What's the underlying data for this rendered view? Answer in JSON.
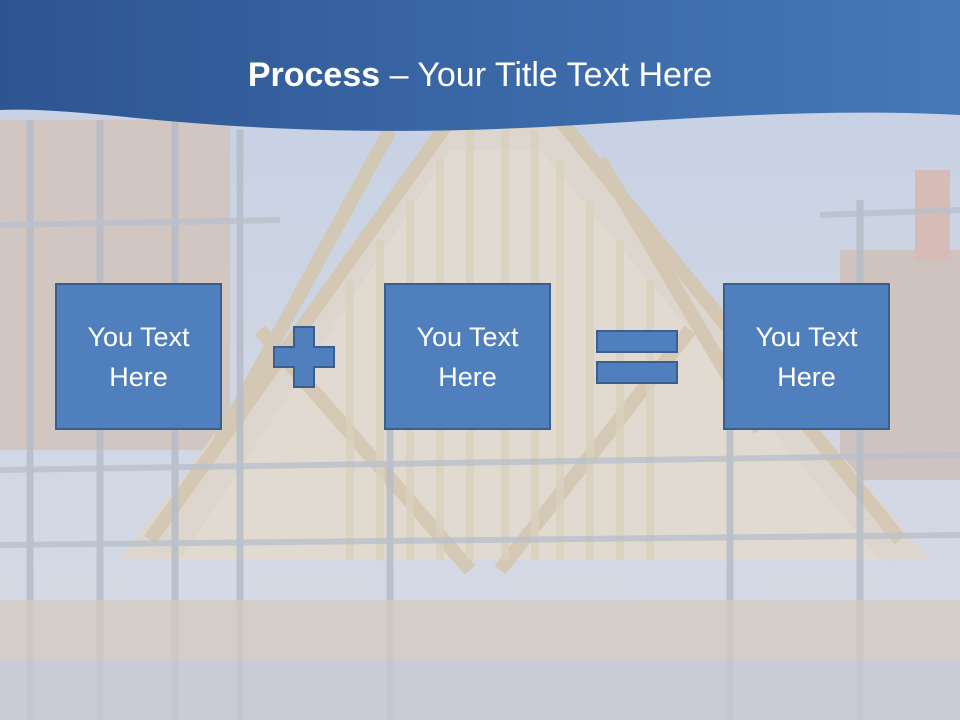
{
  "slide": {
    "title_bold": "Process",
    "title_rest": " – Your Title Text Here",
    "boxes": [
      {
        "text": "You Text Here"
      },
      {
        "text": "You Text Here"
      },
      {
        "text": "You Text Here"
      }
    ],
    "operators": [
      "plus-icon",
      "equals-icon"
    ],
    "colors": {
      "header": "#3a67a6",
      "box_fill": "#4f80bd",
      "box_border": "#3a5f8f",
      "operator_fill": "#4f80bd",
      "text": "#ffffff"
    }
  }
}
